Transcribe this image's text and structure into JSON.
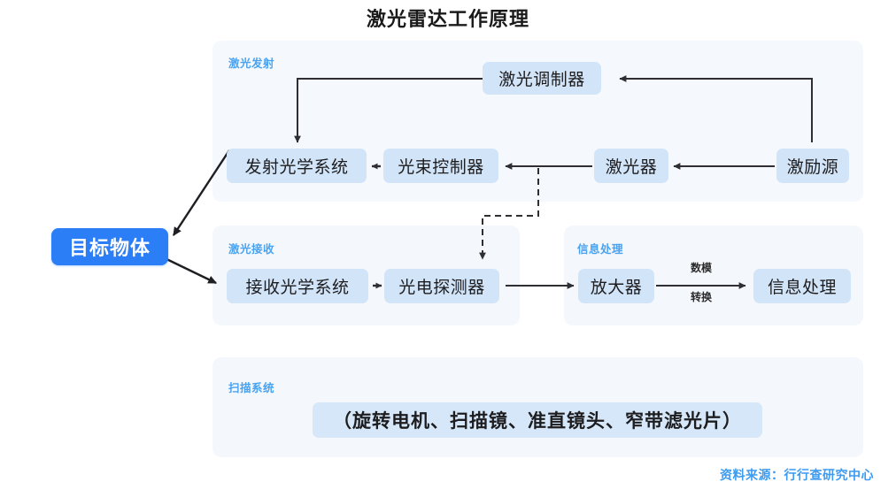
{
  "title": "激光雷达工作原理",
  "panels": {
    "emit": {
      "label": "激光发射"
    },
    "receive": {
      "label": "激光接收"
    },
    "process": {
      "label": "信息处理"
    },
    "scan": {
      "label": "扫描系统"
    }
  },
  "nodes": {
    "target": "目标物体",
    "modulator": "激光调制器",
    "emit_optics": "发射光学系统",
    "beam_controller": "光束控制器",
    "laser": "激光器",
    "pump_source": "激励源",
    "recv_optics": "接收光学系统",
    "photodetector": "光电探测器",
    "amplifier": "放大器",
    "info_process": "信息处理",
    "scan_items": "（旋转电机、扫描镜、准直镜头、窄带滤光片）"
  },
  "edge_labels": {
    "ad_conversion_top": "数模",
    "ad_conversion_bottom": "转换"
  },
  "footer": {
    "source": "资料来源：行行查研究中心"
  },
  "colors": {
    "accent": "#2b7ef5",
    "node_fill": "#d2e4f8",
    "panel_fill": "#f4f7fc",
    "label_blue": "#4aa3f0",
    "line": "#2f2f33"
  }
}
